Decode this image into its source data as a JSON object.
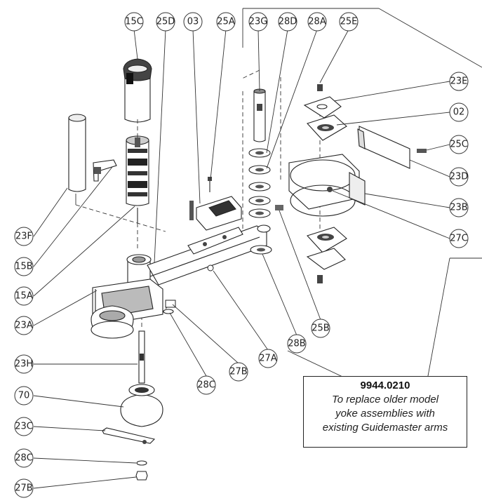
{
  "callouts": {
    "c15C": "15C",
    "c25D": "25D",
    "c03": "03",
    "c25A": "25A",
    "c23G": "23G",
    "c28D": "28D",
    "c28A": "28A",
    "c25E": "25E",
    "c23E": "23E",
    "c02": "02",
    "c25C": "25C",
    "c23D": "23D",
    "c23B": "23B",
    "c27C": "27C",
    "c23F": "23F",
    "c15B": "15B",
    "c15A": "15A",
    "c23A": "23A",
    "c23H": "23H",
    "c70": "70",
    "c23C": "23C",
    "c28C_top": "28C",
    "c27B_top": "27B",
    "c28C_bottom": "28C",
    "c27B_bottom": "27B",
    "c27A": "27A",
    "c28B": "28B",
    "c25B": "25B"
  },
  "note": {
    "part_number": "9944.0210",
    "line1": "To replace older model",
    "line2": "yoke assemblies with",
    "line3": "existing Guidemaster arms"
  },
  "colors": {
    "line": "#222222",
    "shade": "#555555",
    "light": "#dddddd",
    "background": "#ffffff"
  }
}
